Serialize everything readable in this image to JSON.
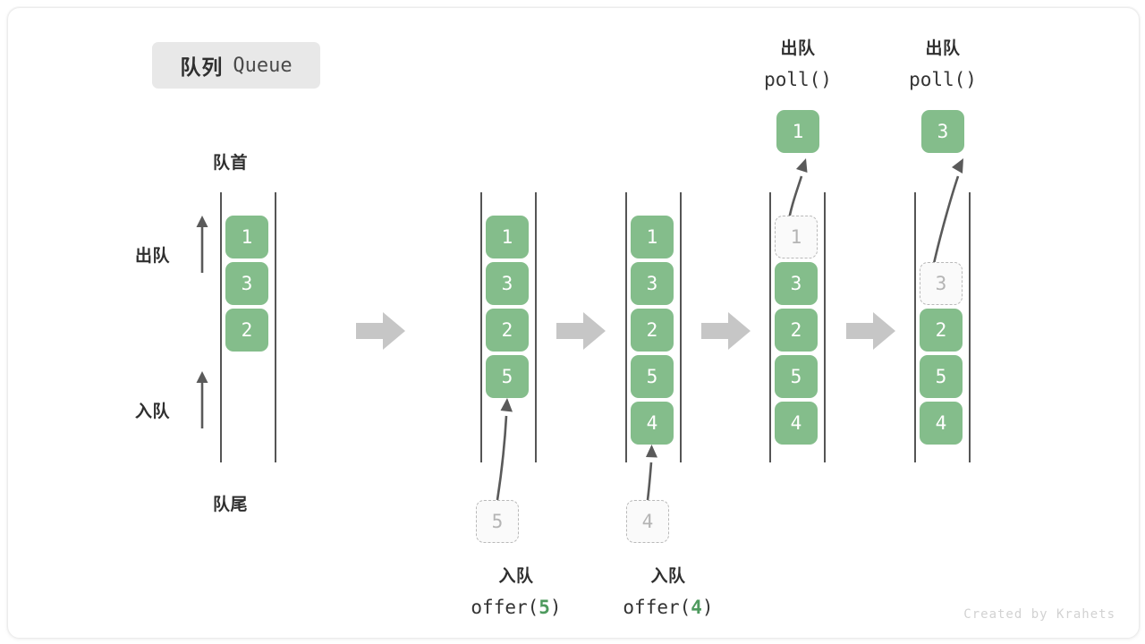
{
  "diagram": {
    "title_cn": "队列",
    "title_en": "Queue",
    "footer": "Created by Krahets",
    "accent_green": "#84bd8b",
    "ghost_gray": "#b4b4b4",
    "arrow_gray": "#5a5a5a",
    "step_arrow_gray": "#c6c6c6",
    "labels": {
      "head": "队首",
      "tail": "队尾",
      "dequeue": "出队",
      "enqueue": "入队"
    },
    "columns": [
      {
        "name": "initial-queue",
        "items": [
          "1",
          "3",
          "2"
        ],
        "ghost_index": -1
      },
      {
        "name": "after-offer-5",
        "items": [
          "1",
          "3",
          "2",
          "5"
        ],
        "ghost_index": -1,
        "incoming": "5",
        "caption_cn": "入队",
        "caption_code_pre": "offer(",
        "caption_code_num": "5",
        "caption_code_post": ")"
      },
      {
        "name": "after-offer-4",
        "items": [
          "1",
          "3",
          "2",
          "5",
          "4"
        ],
        "ghost_index": -1,
        "incoming": "4",
        "caption_cn": "入队",
        "caption_code_pre": "offer(",
        "caption_code_num": "4",
        "caption_code_post": ")"
      },
      {
        "name": "after-poll-1",
        "items": [
          "1",
          "3",
          "2",
          "5",
          "4"
        ],
        "ghost_index": 0,
        "popped": "1",
        "top_cn": "出队",
        "top_code": "poll()"
      },
      {
        "name": "after-poll-3",
        "items": [
          "",
          "3",
          "2",
          "5",
          "4"
        ],
        "ghost_index": 1,
        "popped": "3",
        "top_cn": "出队",
        "top_code": "poll()"
      }
    ]
  }
}
